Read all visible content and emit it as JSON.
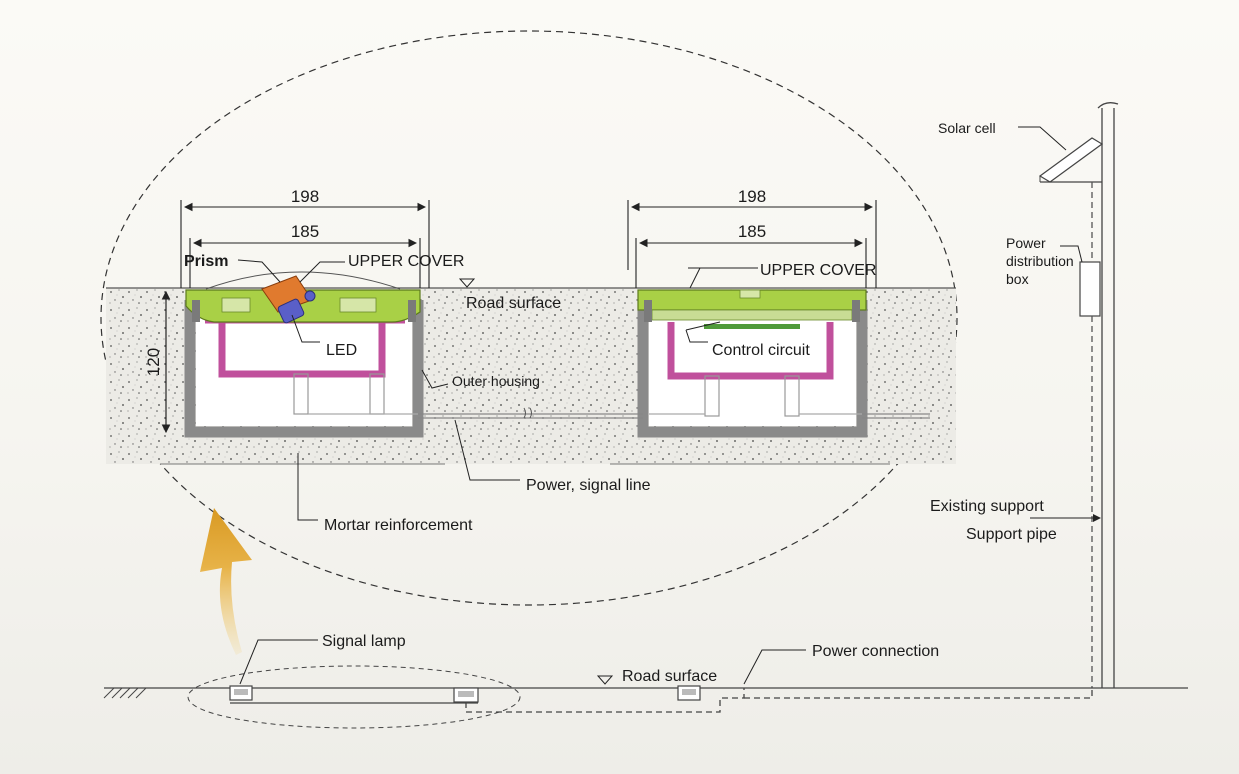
{
  "labels": {
    "solar_cell": "Solar cell",
    "power_box_1": "Power",
    "power_box_2": "distribution",
    "power_box_3": "box",
    "existing_support": "Existing support",
    "support_pipe": "Support pipe",
    "prism": "Prism",
    "upper_cover_left": "UPPER COVER",
    "upper_cover_right": "UPPER COVER",
    "road_surface_top": "Road surface",
    "led": "LED",
    "control_circuit": "Control circuit",
    "outer_housing": "Outer housing",
    "power_signal_line": "Power, signal line",
    "mortar_reinforcement": "Mortar reinforcement",
    "signal_lamp": "Signal lamp",
    "road_surface_bottom": "Road surface",
    "power_connection": "Power connection"
  },
  "dimensions": {
    "left_outer": "198",
    "left_inner": "185",
    "right_outer": "198",
    "right_inner": "185",
    "depth": "120"
  },
  "colors": {
    "cover_green": "#a9d046",
    "housing_magenta": "#c0509c",
    "housing_gray": "#8a8a8a",
    "prism_orange": "#e07a2e",
    "led_blue": "#5a5fc8",
    "arrow_gold": "#e0a630",
    "concrete": "#ecebe6"
  }
}
